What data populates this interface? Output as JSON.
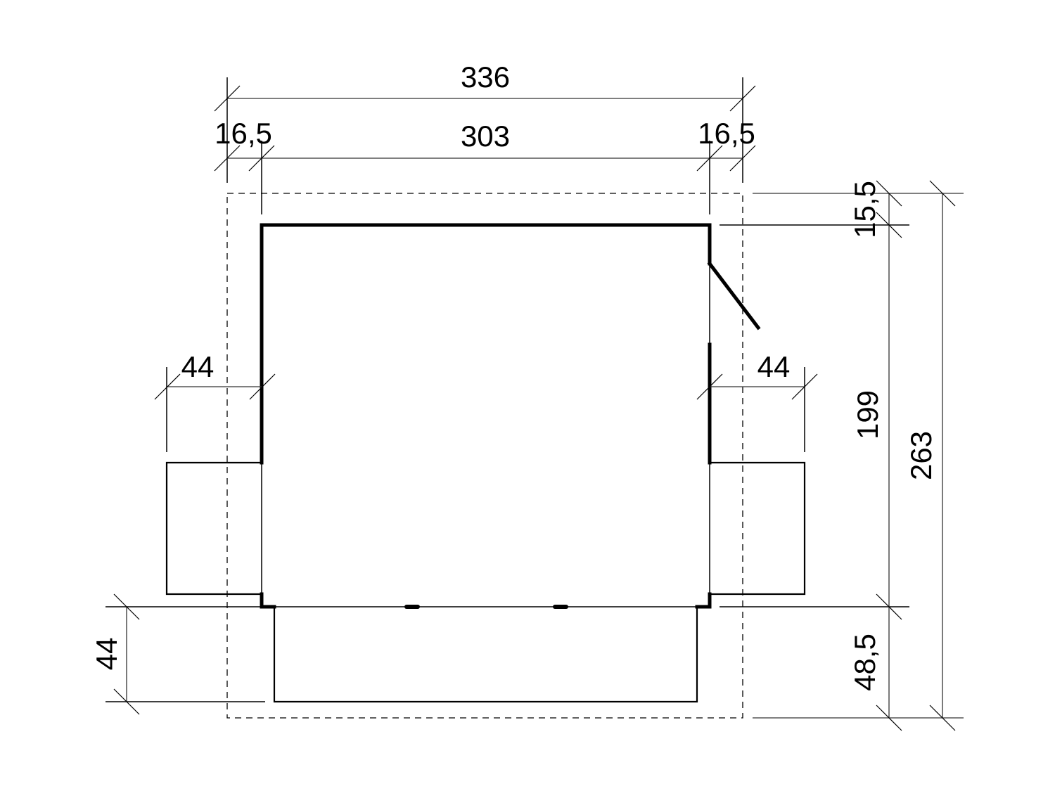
{
  "drawing": {
    "type": "floor-plan",
    "colors": {
      "line": "#000000",
      "background": "#ffffff"
    },
    "dimensions": {
      "overall_width": "336",
      "inner_width": "303",
      "left_offset": "16,5",
      "right_offset": "16,5",
      "top_offset": "15,5",
      "inner_depth": "199",
      "overall_depth": "263",
      "bottom_offset": "48,5",
      "left_wing_width": "44",
      "right_wing_width": "44",
      "front_step_depth": "44"
    }
  }
}
